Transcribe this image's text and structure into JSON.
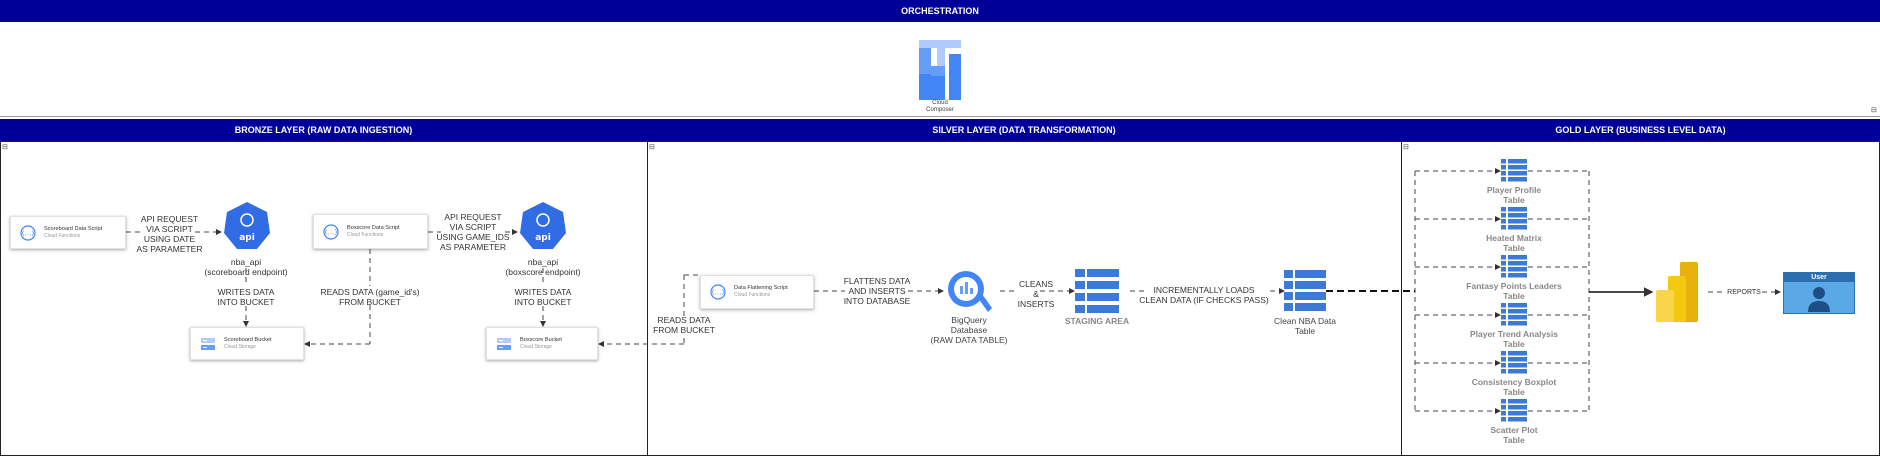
{
  "orchestration": {
    "title": "ORCHESTRATION",
    "composer_label": "Cloud\nComposer"
  },
  "bronze": {
    "title": "BRONZE LAYER (RAW DATA INGESTION)",
    "scoreboard_script": {
      "title": "Scoreboard Data Script",
      "subtitle": "Cloud Functions"
    },
    "boxscore_script": {
      "title": "Boxscore Data Script",
      "subtitle": "Cloud Functions"
    },
    "api_request_1": "API REQUEST\nVIA SCRIPT\nUSING DATE\nAS PARAMETER",
    "api_request_2": "API REQUEST\nVIA SCRIPT\nUSING GAME_IDS\nAS PARAMETER",
    "api_icon_text": "api",
    "nba_api_1": "nba_api\n(scoreboard endpoint)",
    "nba_api_2": "nba_api\n(boxscore endpoint)",
    "writes_1": "WRITES DATA\nINTO BUCKET",
    "writes_2": "WRITES DATA\nINTO BUCKET",
    "reads_game_ids": "READS DATA (game_id's)\nFROM BUCKET",
    "scoreboard_bucket": {
      "title": "Scoreboard Bucket",
      "subtitle": "Cloud Storage"
    },
    "boxscore_bucket": {
      "title": "Boxscore Bucket",
      "subtitle": "Cloud Storage"
    }
  },
  "silver": {
    "title": "SILVER LAYER (DATA TRANSFORMATION)",
    "reads_from_bucket": "READS DATA\nFROM BUCKET",
    "flattening_script": {
      "title": "Data Flattening Script",
      "subtitle": "Cloud Functions"
    },
    "flattens": "FLATTENS DATA\nAND INSERTS\nINTO DATABASE",
    "bigquery": "BigQuery\nDatabase\n(RAW DATA TABLE)",
    "cleans": "CLEANS\n&\nINSERTS",
    "staging": "STAGING AREA",
    "incremental": "INCREMENTALLY LOADS\nCLEAN DATA (IF CHECKS PASS)",
    "clean_table": "Clean NBA Data\nTable"
  },
  "gold": {
    "title": "GOLD LAYER (BUSINESS LEVEL DATA)",
    "tables": [
      "Player Profile\nTable",
      "Heated Matrix\nTable",
      "Fantasy Points Leaders\nTable",
      "Player Trend Analysis\nTable",
      "Consistency Boxplot\nTable",
      "Scatter Plot\nTable"
    ],
    "reports": "REPORTS",
    "user": "User"
  },
  "colors": {
    "header_bar": "#000099",
    "gcp_blue": "#4285f4",
    "table_blue": "#3d7ad6",
    "powerbi_yellow": "#f2c811",
    "user_blue": "#5aa9e6"
  },
  "icons": [
    "cloud-composer-icon",
    "cloud-functions-icon",
    "api-icon",
    "cloud-storage-icon",
    "bigquery-icon",
    "table-icon",
    "power-bi-icon",
    "user-icon"
  ]
}
